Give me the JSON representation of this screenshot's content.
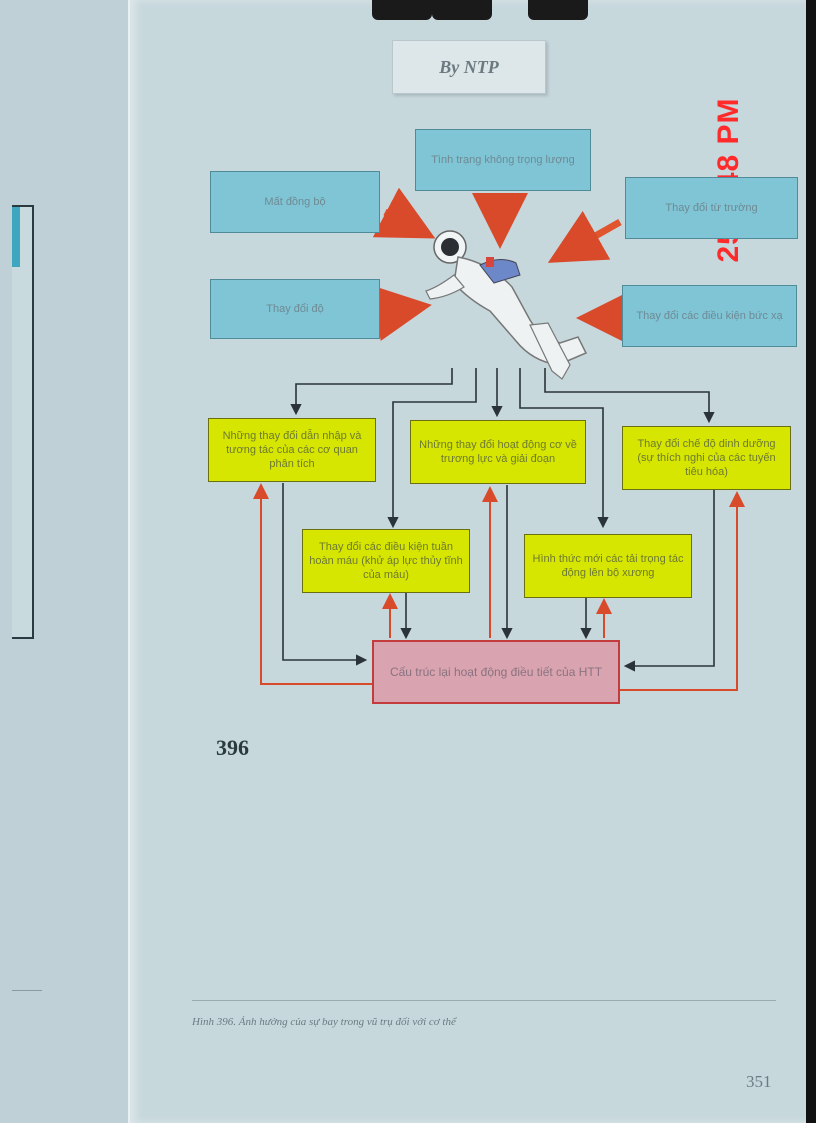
{
  "header_tab": "By NTP",
  "timestamp": "25 6:48 PM",
  "diagram": {
    "causes": {
      "mat_dong_bo": "Mất đồng bộ",
      "tinh_trang": "Tình trạng không trọng lượng",
      "thay_doi_tu_truong": "Thay đổi từ trường",
      "thay_doi_do": "Thay đổi độ",
      "thay_doi_buc_xa": "Thay đổi các điều kiện bức xạ"
    },
    "effects": {
      "tuong_tac": "Những thay đổi dẫn nhập và tương tác của các cơ quan phân tích",
      "co_ve": "Những thay đổi hoạt động cơ về trương lực và giải đoạn",
      "dinh_duong": "Thay đổi chế độ dinh dưỡng (sự thích nghi của các tuyến tiêu hóa)",
      "tuan_hoan": "Thay đổi các điều kiện tuần hoàn máu (khử áp lực thủy tĩnh của máu)",
      "bo_xuong": "Hình thức mới các tải trọng tác động lên bộ xương"
    },
    "center": "Cấu trúc lại hoạt động điều tiết của HTT"
  },
  "figure_number": "396",
  "caption": {
    "label": "Hình 396.",
    "text": "Ảnh hưởng của sự bay trong vũ trụ đối với cơ thể"
  },
  "page_folio": "351",
  "colors": {
    "blue_box": "#7fc5d6",
    "yellow_box": "#d6e600",
    "center_box": "#d9a4b0",
    "red_arrow": "#d84a2a",
    "dark_line": "#2a3438",
    "stamp": "#ff2a2a"
  }
}
